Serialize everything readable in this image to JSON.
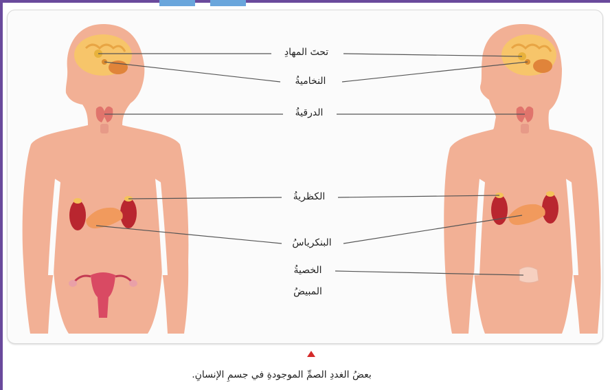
{
  "labels": {
    "hypothalamus": "تحتَ المهادِ",
    "pituitary": "النخاميةُ",
    "thyroid": "الدرقيةُ",
    "adrenal": "الكظريةُ",
    "pancreas": "البنكرياسُ",
    "testis": "الخصيةُ",
    "ovary": "المبيضُ"
  },
  "caption": "بعضُ الغددِ الصمِّ الموجودةِ في جسمِ الإنسانِ.",
  "colors": {
    "frame": "#6a4a9c",
    "tab": "#6aa6dc",
    "skin": "#f2b095",
    "organ_red": "#b9262f",
    "pancreas": "#f19a5d",
    "brain": "#f7c56a",
    "marker": "#d42a2a"
  }
}
